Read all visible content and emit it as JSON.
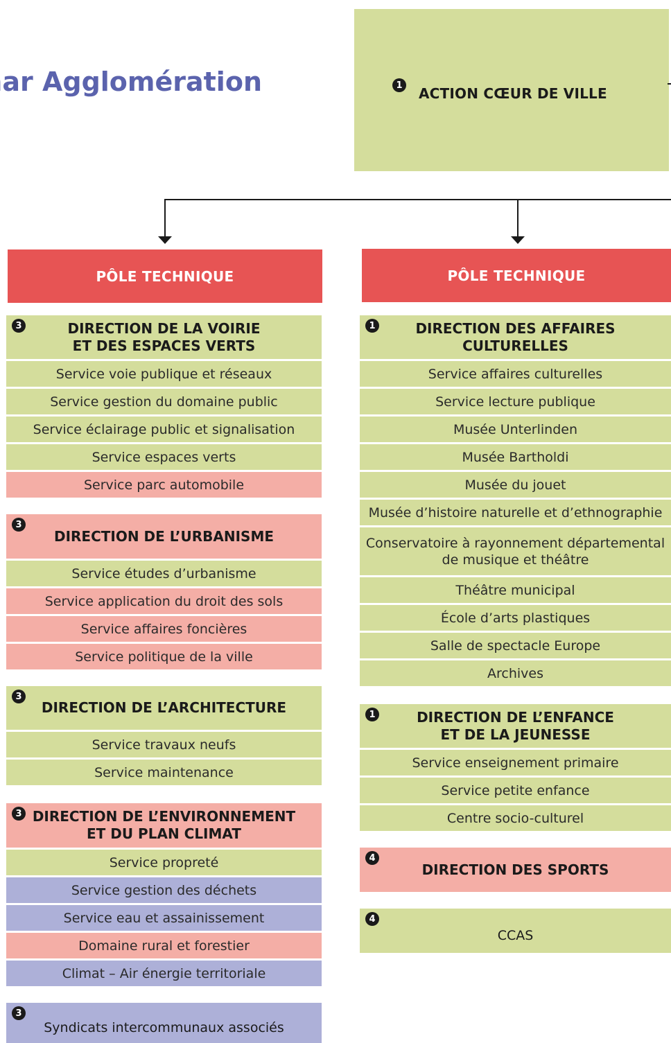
{
  "title": "lmar Agglomération",
  "top_box": {
    "num": "1",
    "label": "ACTION CŒUR DE VILLE"
  },
  "left": {
    "pole": "PÔLE TECHNIQUE",
    "sections": [
      {
        "num": "3",
        "color": "#d4dd9c",
        "header": [
          "DIRECTION DE LA VOIRIE",
          "ET DES ESPACES VERTS"
        ],
        "items": [
          {
            "label": "Service voie publique et réseaux",
            "color": "#d4dd9c"
          },
          {
            "label": "Service gestion du domaine public",
            "color": "#d4dd9c"
          },
          {
            "label": "Service éclairage public et signalisation",
            "color": "#d4dd9c"
          },
          {
            "label": "Service espaces verts",
            "color": "#d4dd9c"
          },
          {
            "label": "Service parc automobile",
            "color": "#f4aea6"
          }
        ]
      },
      {
        "num": "3",
        "color": "#f4aea6",
        "header": [
          "DIRECTION DE L’URBANISME"
        ],
        "items": [
          {
            "label": "Service études d’urbanisme",
            "color": "#d4dd9c"
          },
          {
            "label": "Service application du droit des sols",
            "color": "#f4aea6"
          },
          {
            "label": "Service affaires foncières",
            "color": "#f4aea6"
          },
          {
            "label": "Service politique de la ville",
            "color": "#f4aea6"
          }
        ]
      },
      {
        "num": "3",
        "color": "#d4dd9c",
        "header": [
          "DIRECTION DE L’ARCHITECTURE"
        ],
        "items": [
          {
            "label": "Service travaux neufs",
            "color": "#d4dd9c"
          },
          {
            "label": "Service maintenance",
            "color": "#d4dd9c"
          }
        ]
      },
      {
        "num": "3",
        "color": "#f4aea6",
        "header": [
          "DIRECTION DE L’ENVIRONNEMENT",
          "ET DU PLAN CLIMAT"
        ],
        "items": [
          {
            "label": "Service propreté",
            "color": "#d4dd9c"
          },
          {
            "label": "Service gestion des déchets",
            "color": "#adb0d8"
          },
          {
            "label": "Service eau et assainissement",
            "color": "#adb0d8"
          },
          {
            "label": "Domaine rural et forestier",
            "color": "#f4aea6"
          },
          {
            "label": "Climat – Air énergie territoriale",
            "color": "#adb0d8"
          }
        ]
      },
      {
        "num": "3",
        "color": "#adb0d8",
        "plain": true,
        "header": [
          "Syndicats intercommunaux associés"
        ],
        "items": []
      }
    ]
  },
  "right": {
    "pole": "PÔLE TECHNIQUE",
    "sections": [
      {
        "num": "1",
        "color": "#d4dd9c",
        "header": [
          "DIRECTION DES AFFAIRES",
          "CULTURELLES"
        ],
        "items": [
          {
            "label": "Service affaires culturelles",
            "color": "#d4dd9c"
          },
          {
            "label": "Service lecture publique",
            "color": "#d4dd9c"
          },
          {
            "label": "Musée Unterlinden",
            "color": "#d4dd9c"
          },
          {
            "label": "Musée Bartholdi",
            "color": "#d4dd9c"
          },
          {
            "label": "Musée du jouet",
            "color": "#d4dd9c"
          },
          {
            "label": "Musée d’histoire naturelle et d’ethnographie",
            "color": "#d4dd9c"
          },
          {
            "label": "Conservatoire à rayonnement départemental de musique et théâtre",
            "color": "#d4dd9c",
            "tall": true
          },
          {
            "label": "Théâtre municipal",
            "color": "#d4dd9c"
          },
          {
            "label": "École d’arts plastiques",
            "color": "#d4dd9c"
          },
          {
            "label": "Salle de spectacle Europe",
            "color": "#d4dd9c"
          },
          {
            "label": "Archives",
            "color": "#d4dd9c"
          }
        ]
      },
      {
        "num": "1",
        "color": "#d4dd9c",
        "header": [
          "DIRECTION DE L’ENFANCE",
          "ET DE LA JEUNESSE"
        ],
        "items": [
          {
            "label": "Service enseignement primaire",
            "color": "#d4dd9c"
          },
          {
            "label": "Service petite enfance",
            "color": "#d4dd9c"
          },
          {
            "label": "Centre socio-culturel",
            "color": "#d4dd9c"
          }
        ]
      },
      {
        "num": "4",
        "color": "#f4aea6",
        "header": [
          "DIRECTION DES SPORTS"
        ],
        "items": []
      },
      {
        "num": "4",
        "color": "#d4dd9c",
        "plain": true,
        "header": [
          "CCAS"
        ],
        "items": []
      }
    ]
  }
}
